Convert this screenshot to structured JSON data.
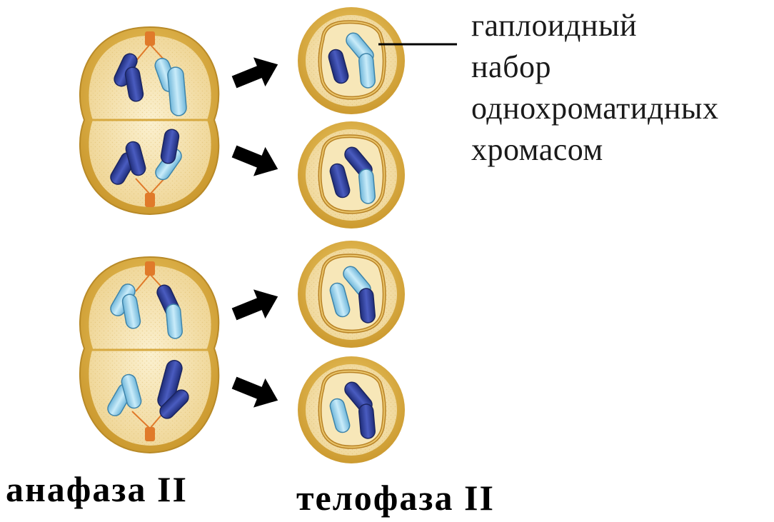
{
  "annotation": {
    "lines": [
      "гаплоидный",
      "набор",
      "однохроматидных",
      "хромасом"
    ]
  },
  "labels": {
    "anaphase": "анафаза II",
    "telophase": "телофаза II"
  },
  "colors": {
    "cell_rim": "#e3b43f",
    "cytoplasm": "#f3e2b0",
    "nucleus_rim": "#c8912f",
    "chromosome_dark": "#2f3f98",
    "chromosome_light": "#9fd6ee",
    "centromere": "#e07a2a",
    "arrow": "#000000"
  },
  "structure": {
    "anaphase_cells": 2,
    "telophase_cells": 4,
    "chromosomes_per_daughter_nucleus": 2
  }
}
